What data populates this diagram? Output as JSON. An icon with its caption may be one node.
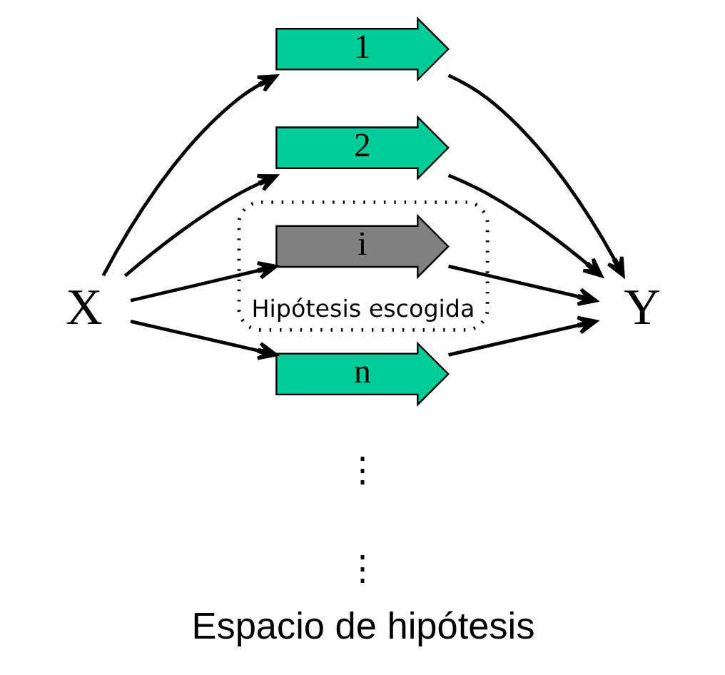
{
  "diagram": {
    "caption": "Espacio de hipótesis",
    "nodes": [
      {
        "text": [
          "X"
        ]
      },
      {
        "text": [
          "1"
        ]
      },
      {
        "text": [
          "2"
        ]
      },
      {
        "text": [
          "Hipótesis escogida"
        ]
      },
      {
        "text": [
          "i"
        ],
        "in": 3
      },
      {
        "text": [
          "n"
        ]
      },
      {
        "text": [
          "Y"
        ]
      }
    ],
    "edges": [
      {
        "from": 0,
        "to": 1,
        "arrow": "to"
      },
      {
        "from": 0,
        "to": 2,
        "arrow": "to"
      },
      {
        "from": 0,
        "to": 4,
        "arrow": "to"
      },
      {
        "from": 0,
        "to": 5,
        "arrow": "to"
      },
      {
        "from": 1,
        "to": 6,
        "arrow": "to"
      },
      {
        "from": 2,
        "to": 6,
        "arrow": "to"
      },
      {
        "from": 4,
        "to": 6,
        "arrow": "to"
      },
      {
        "from": 5,
        "to": 6,
        "arrow": "to"
      }
    ],
    "labels": [
      "⋮",
      "⋮"
    ]
  }
}
